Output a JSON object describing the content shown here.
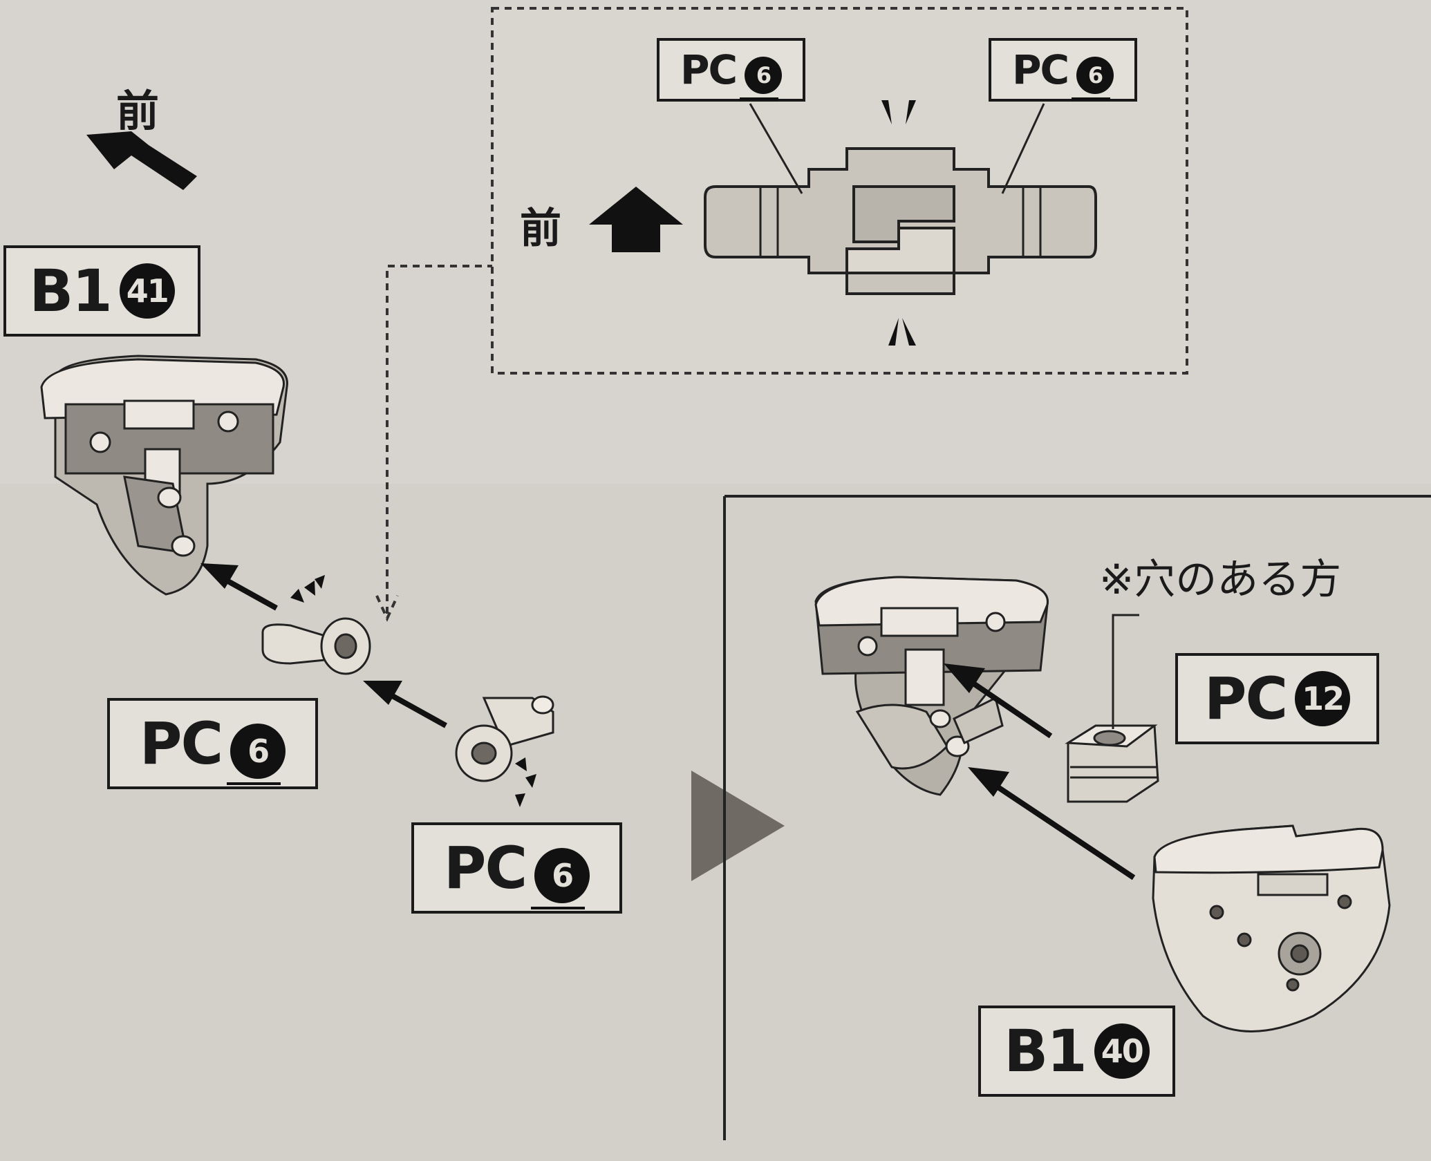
{
  "step_left": {
    "direction_label": "前",
    "part_b1_41": {
      "prefix": "B1",
      "number": "41"
    },
    "part_pc6_upper": {
      "prefix": "PC",
      "number": "6"
    },
    "part_pc6_lower": {
      "prefix": "PC",
      "number": "6"
    }
  },
  "inset_detail": {
    "direction_label": "前",
    "pc6_left": {
      "prefix": "PC",
      "number": "6"
    },
    "pc6_right": {
      "prefix": "PC",
      "number": "6"
    }
  },
  "step_right": {
    "note": "※穴のある方",
    "part_pc12": {
      "prefix": "PC",
      "number": "12"
    },
    "part_b1_40": {
      "prefix": "B1",
      "number": "40"
    }
  },
  "colors": {
    "paper": "#d7d4cf",
    "ink": "#1a1a1a",
    "part_fill": "#e4dfd6",
    "part_shade": "#a8a39b"
  }
}
